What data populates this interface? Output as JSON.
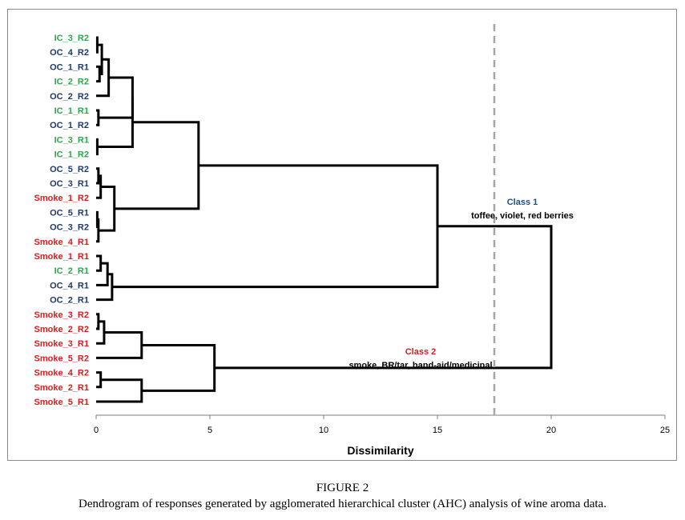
{
  "chart_data": {
    "type": "dendrogram",
    "xlabel": "Dissimilarity",
    "xlim": [
      0,
      25
    ],
    "xticks": [
      0,
      5,
      10,
      15,
      20,
      25
    ],
    "leaves": [
      {
        "label": "IC_3_R2",
        "color": "#2aa84a"
      },
      {
        "label": "OC_4_R2",
        "color": "#1f3a6e"
      },
      {
        "label": "OC_1_R1",
        "color": "#1f3a6e"
      },
      {
        "label": "IC_2_R2",
        "color": "#2aa84a"
      },
      {
        "label": "OC_2_R2",
        "color": "#1f3a6e"
      },
      {
        "label": "IC_1_R1",
        "color": "#2aa84a"
      },
      {
        "label": "OC_1_R2",
        "color": "#1f3a6e"
      },
      {
        "label": "IC_3_R1",
        "color": "#2aa84a"
      },
      {
        "label": "IC_1_R2",
        "color": "#2aa84a"
      },
      {
        "label": "OC_5_R2",
        "color": "#1f3a6e"
      },
      {
        "label": "OC_3_R1",
        "color": "#1f3a6e"
      },
      {
        "label": "Smoke_1_R2",
        "color": "#d42020"
      },
      {
        "label": "OC_5_R1",
        "color": "#1f3a6e"
      },
      {
        "label": "OC_3_R2",
        "color": "#1f3a6e"
      },
      {
        "label": "Smoke_4_R1",
        "color": "#d42020"
      },
      {
        "label": "Smoke_1_R1",
        "color": "#d42020"
      },
      {
        "label": "IC_2_R1",
        "color": "#2aa84a"
      },
      {
        "label": "OC_4_R1",
        "color": "#1f3a6e"
      },
      {
        "label": "OC_2_R1",
        "color": "#1f3a6e"
      },
      {
        "label": "Smoke_3_R2",
        "color": "#d42020"
      },
      {
        "label": "Smoke_2_R2",
        "color": "#d42020"
      },
      {
        "label": "Smoke_3_R1",
        "color": "#d42020"
      },
      {
        "label": "Smoke_5_R2",
        "color": "#d42020"
      },
      {
        "label": "Smoke_4_R2",
        "color": "#d42020"
      },
      {
        "label": "Smoke_2_R1",
        "color": "#d42020"
      },
      {
        "label": "Smoke_5_R1",
        "color": "#d42020"
      }
    ],
    "merges": [
      {
        "a": 0,
        "b": 1,
        "height": 0.05
      },
      {
        "a": 2,
        "b": 3,
        "height": 0.15
      },
      {
        "a": 26,
        "b": 27,
        "height": 0.25
      },
      {
        "a": 28,
        "b": 4,
        "height": 0.55
      },
      {
        "a": 5,
        "b": 6,
        "height": 0.1
      },
      {
        "a": 29,
        "b": 30,
        "height": 1.6
      },
      {
        "a": 7,
        "b": 8,
        "height": 0.05
      },
      {
        "a": 31,
        "b": 32,
        "height": 1.6
      },
      {
        "a": 9,
        "b": 10,
        "height": 0.1
      },
      {
        "a": 34,
        "b": 11,
        "height": 0.2
      },
      {
        "a": 12,
        "b": 13,
        "height": 0.05
      },
      {
        "a": 36,
        "b": 14,
        "height": 0.1
      },
      {
        "a": 35,
        "b": 37,
        "height": 0.8
      },
      {
        "a": 33,
        "b": 38,
        "height": 4.5
      },
      {
        "a": 15,
        "b": 16,
        "height": 0.2
      },
      {
        "a": 40,
        "b": 17,
        "height": 0.5
      },
      {
        "a": 41,
        "b": 18,
        "height": 0.7
      },
      {
        "a": 39,
        "b": 42,
        "height": 15.0
      },
      {
        "a": 19,
        "b": 20,
        "height": 0.1
      },
      {
        "a": 44,
        "b": 21,
        "height": 0.35
      },
      {
        "a": 45,
        "b": 22,
        "height": 2.0
      },
      {
        "a": 23,
        "b": 24,
        "height": 0.2
      },
      {
        "a": 47,
        "b": 25,
        "height": 2.0
      },
      {
        "a": 46,
        "b": 48,
        "height": 5.2
      },
      {
        "a": 43,
        "b": 49,
        "height": 20.0
      }
    ],
    "cutoff": 17.5,
    "annotations": [
      {
        "name": "Class 1",
        "description": "toffee, violet, red berries",
        "color": "#1f4e86"
      },
      {
        "name": "Class 2",
        "description": "smoke, BR/tar, band-aid/medicinal",
        "color": "#d42020"
      }
    ]
  },
  "caption": {
    "label": "FIGURE 2",
    "text": "Dendrogram of responses generated by agglomerated hierarchical cluster (AHC) analysis of wine aroma data."
  }
}
